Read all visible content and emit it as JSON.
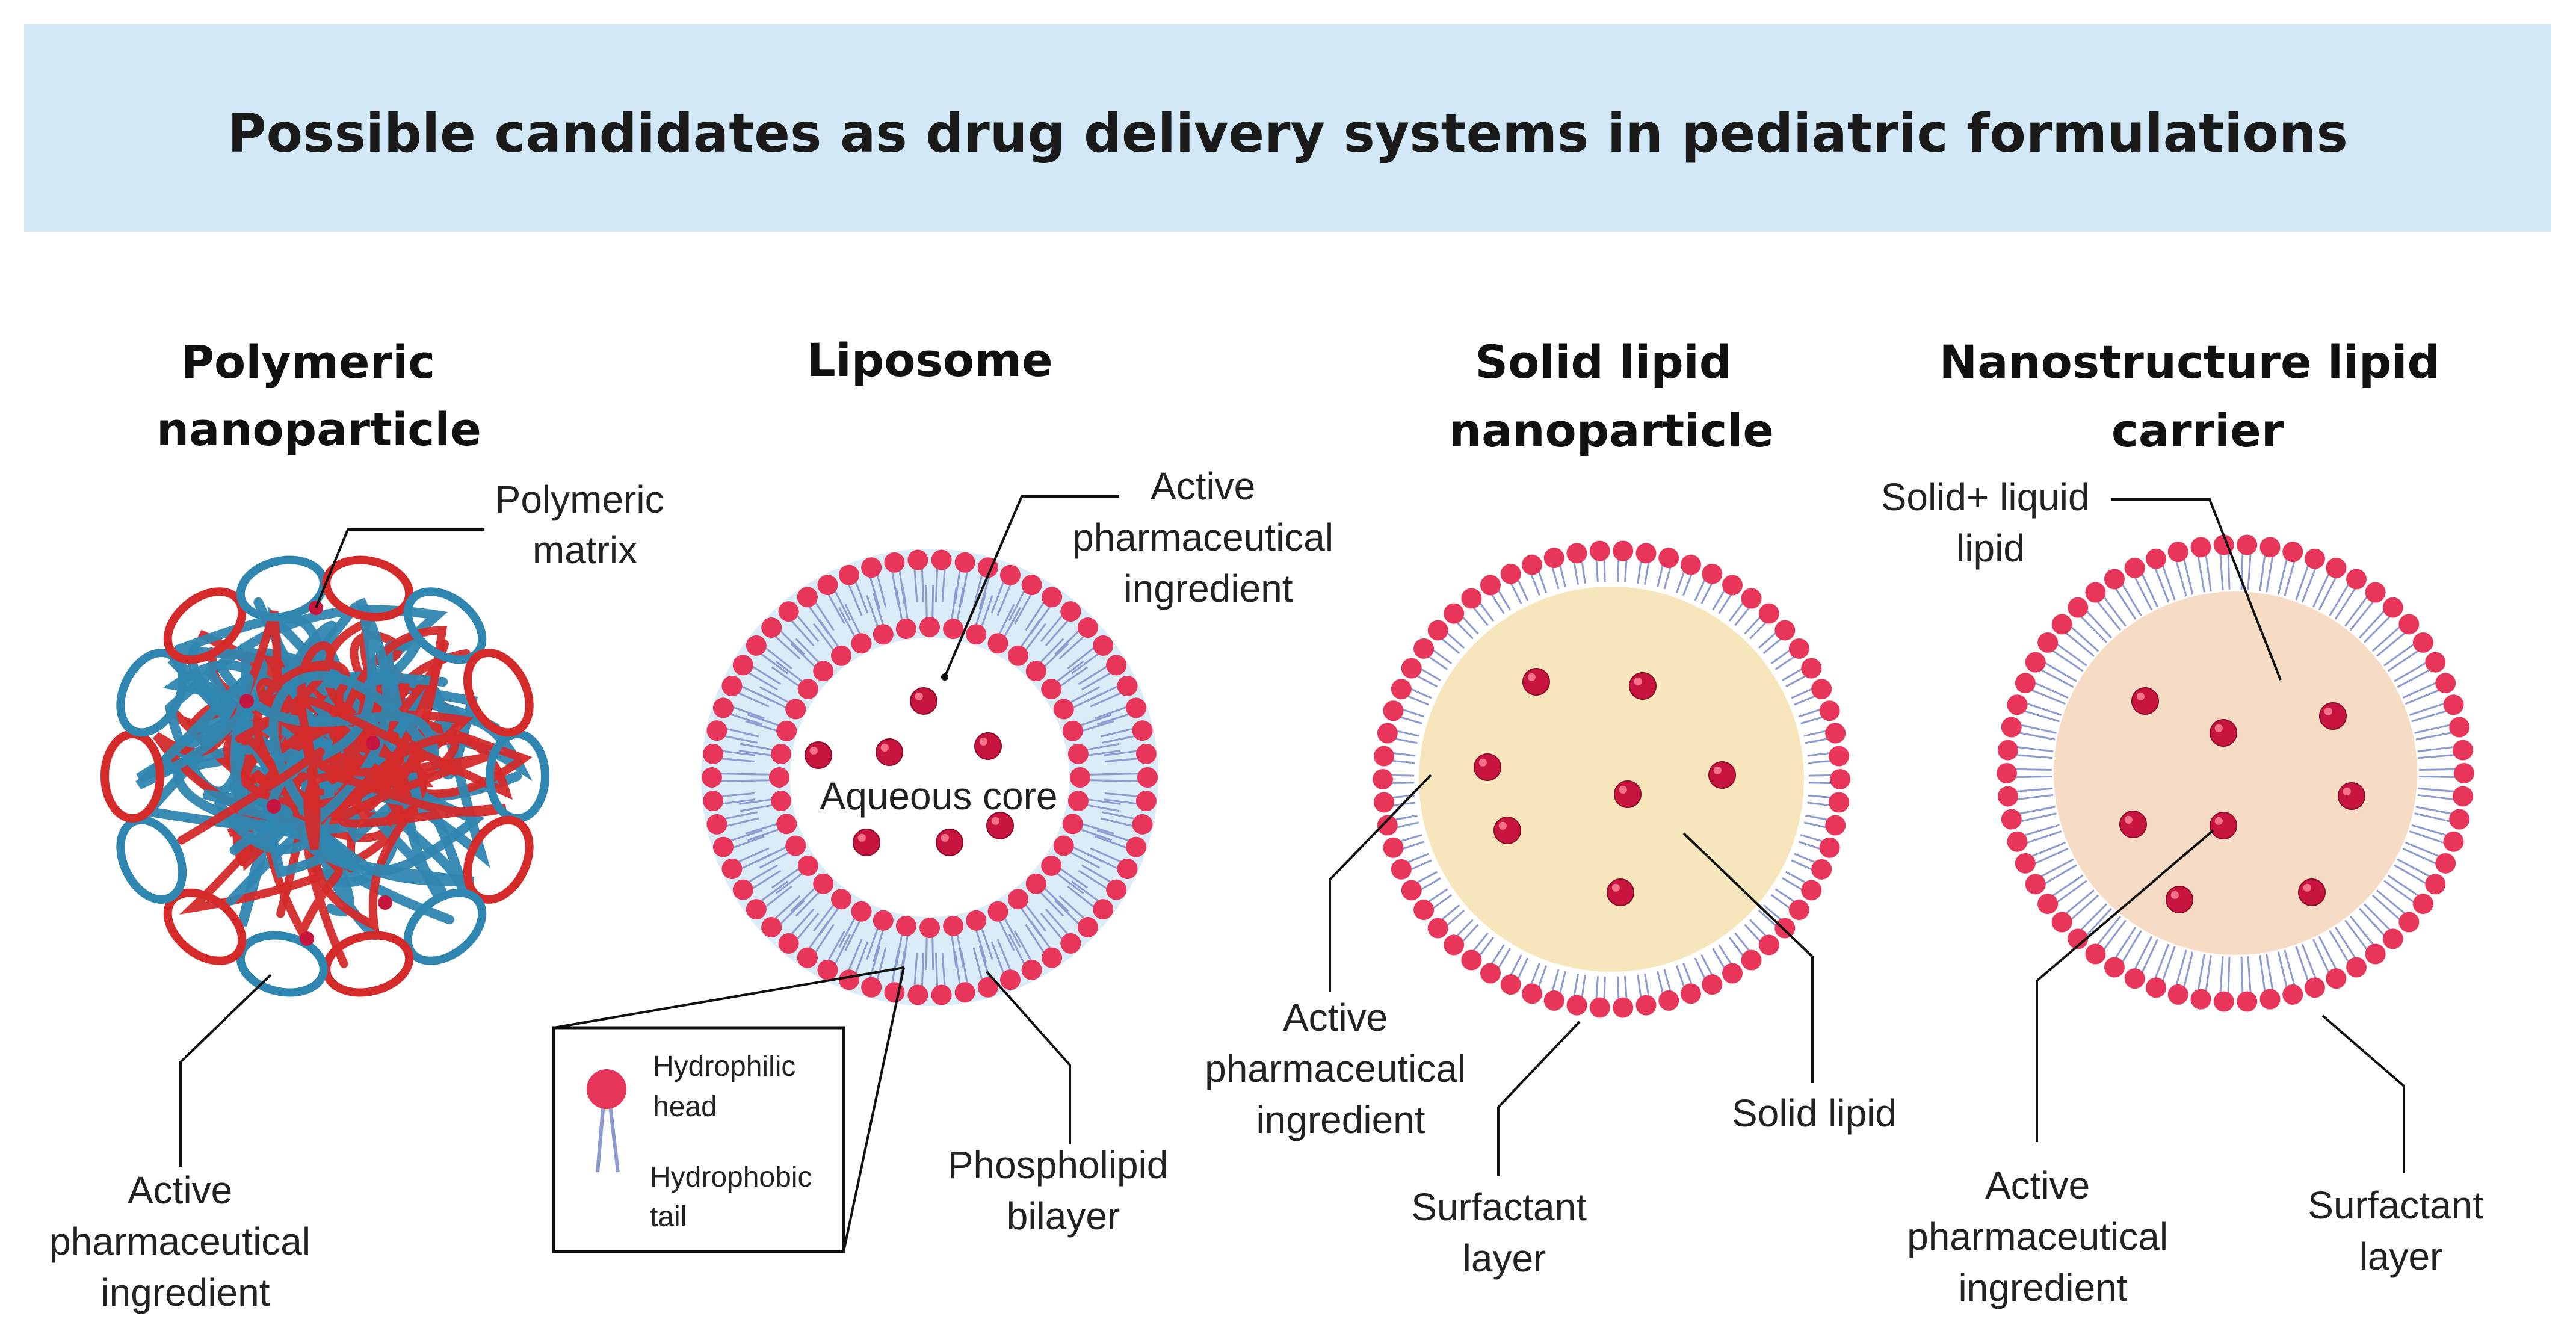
{
  "title": "Possible candidates as drug delivery systems in pediatric formulations",
  "colors": {
    "banner": "#d3e8f6",
    "head": "#e8365a",
    "tail": "#8c9bd0",
    "api": "#c8153f",
    "polymer_red": "#d42a2a",
    "polymer_blue": "#2f86b0",
    "solid_lipid": "#f7e5bc",
    "liquid_lipid": "#f6dcc4",
    "bilayer_fill": "#d9ecf7"
  },
  "panels": {
    "polymeric": {
      "title_lines": [
        "Polymeric",
        "nanoparticle"
      ],
      "matrix_lines": [
        "Polymeric",
        "matrix"
      ],
      "api_lines": [
        "Active",
        "pharmaceutical",
        "ingredient"
      ]
    },
    "liposome": {
      "title": "Liposome",
      "api_lines": [
        "Active",
        "pharmaceutical",
        "ingredient"
      ],
      "core_label": "Aqueous core",
      "bilayer_lines": [
        "Phospholipid",
        "bilayer"
      ],
      "legend": {
        "head_lines": [
          "Hydrophilic",
          "head"
        ],
        "tail_lines": [
          "Hydrophobic",
          "tail"
        ]
      }
    },
    "sln": {
      "title_lines": [
        "Solid lipid",
        "nanoparticle"
      ],
      "api_lines": [
        "Active",
        "pharmaceutical",
        "ingredient"
      ],
      "surfactant_lines": [
        "Surfactant",
        "layer"
      ],
      "solid_lipid_label": "Solid lipid"
    },
    "nlc": {
      "title_lines": [
        "Nanostructure lipid",
        "carrier"
      ],
      "lipid_lines": [
        "Solid+ liquid",
        "lipid"
      ],
      "api_lines": [
        "Active",
        "pharmaceutical",
        "ingredient"
      ],
      "surfactant_lines": [
        "Surfactant",
        "layer"
      ]
    }
  }
}
